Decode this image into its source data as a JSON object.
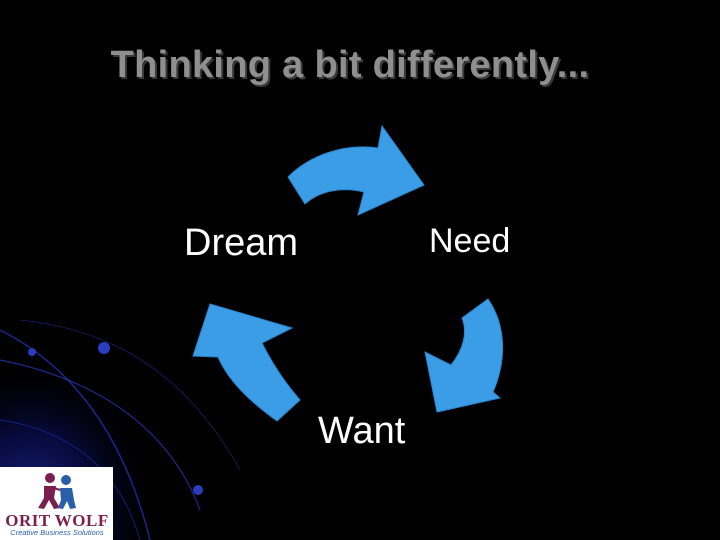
{
  "slide": {
    "title": "Thinking a bit differently...",
    "background_color": "#000000",
    "title_color": "#8f8f8f"
  },
  "cycle": {
    "nodes": [
      {
        "id": "dream",
        "label": "Dream"
      },
      {
        "id": "need",
        "label": "Need"
      },
      {
        "id": "want",
        "label": "Want"
      }
    ],
    "arrows": [
      {
        "from": "Dream",
        "to": "Need"
      },
      {
        "from": "Need",
        "to": "Want"
      },
      {
        "from": "Want",
        "to": "Dream"
      }
    ],
    "arrow_color": "#3a9de6",
    "label_color": "#ffffff"
  },
  "logo": {
    "name": "ORIT WOLF",
    "tagline": "Creative Business Solutions",
    "name_color": "#7b1f4e",
    "tagline_color": "#2a5ea8",
    "icon": "two-people-icon"
  }
}
